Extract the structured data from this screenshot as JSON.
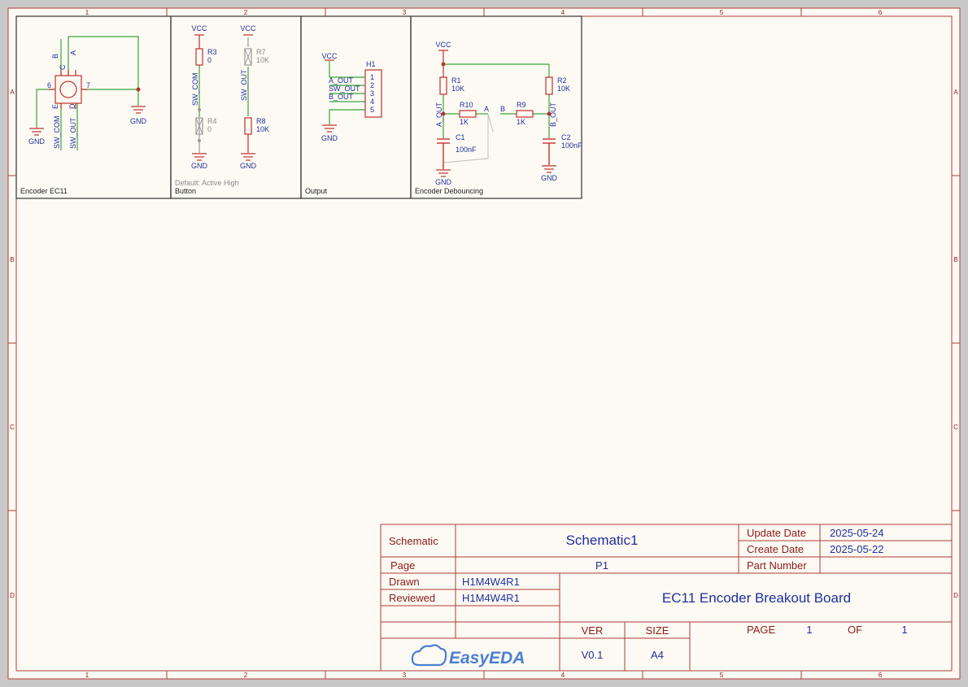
{
  "colors": {
    "paper": "#fdfaf3",
    "frame": "#b03a3a",
    "wire": "#3aa33a",
    "part": "#c03030",
    "text": "#1f2f9f",
    "grey": "#8a8a8a",
    "box": "#333333"
  },
  "frame": {
    "cols": [
      "1",
      "2",
      "3",
      "4",
      "5",
      "6"
    ],
    "rows": [
      "A",
      "B",
      "C",
      "D"
    ]
  },
  "sections": {
    "encoder": "Encoder EC11",
    "button_note": "Default: Active High",
    "button": "Button",
    "output": "Output",
    "debounce": "Encoder Debouncing"
  },
  "encoder": {
    "pins": {
      "b": "B",
      "c": "C",
      "a": "A",
      "e": "E",
      "d": "D",
      "p6": "6",
      "p7": "7"
    },
    "nets": {
      "sw_com": "SW_COM",
      "sw_out": "SW_OUT",
      "gnd": "GND"
    }
  },
  "button": {
    "vcc": "VCC",
    "gnd": "GND",
    "r3": {
      "ref": "R3",
      "val": "0"
    },
    "r4": {
      "ref": "R4",
      "val": "0"
    },
    "r7": {
      "ref": "R7",
      "val": "10K"
    },
    "r8": {
      "ref": "R8",
      "val": "10K"
    },
    "sw_com": "SW_COM",
    "sw_out": "SW_OUT"
  },
  "output": {
    "vcc": "VCC",
    "gnd": "GND",
    "ref": "H1",
    "nets": [
      "A_OUT",
      "SW_OUT",
      "B_OUT"
    ],
    "pins": [
      "1",
      "2",
      "3",
      "4",
      "5"
    ]
  },
  "debounce": {
    "vcc": "VCC",
    "gnd": "GND",
    "r1": {
      "ref": "R1",
      "val": "10K"
    },
    "r2": {
      "ref": "R2",
      "val": "10K"
    },
    "r10": {
      "ref": "R10",
      "val": "1K"
    },
    "r9": {
      "ref": "R9",
      "val": "1K"
    },
    "c1": {
      "ref": "C1",
      "val": "100nF"
    },
    "c2": {
      "ref": "C2",
      "val": "100nF"
    },
    "a_out": "A_OUT",
    "b_out": "B_OUT",
    "net_a": "A",
    "net_b": "B"
  },
  "title_block": {
    "schematic_label": "Schematic",
    "schematic_value": "Schematic1",
    "update_label": "Update Date",
    "update_value": "2025-05-24",
    "create_label": "Create Date",
    "create_value": "2025-05-22",
    "page_label": "Page",
    "page_value": "P1",
    "part_label": "Part Number",
    "drawn_label": "Drawn",
    "drawn_value": "H1M4W4R1",
    "reviewed_label": "Reviewed",
    "reviewed_value": "H1M4W4R1",
    "project": "EC11 Encoder Breakout Board",
    "ver_label": "VER",
    "ver_value": "V0.1",
    "size_label": "SIZE",
    "size_value": "A4",
    "pagenum_label": "PAGE",
    "pagenum_value": "1",
    "of_label": "OF",
    "of_value": "1",
    "logo": "EasyEDA"
  }
}
